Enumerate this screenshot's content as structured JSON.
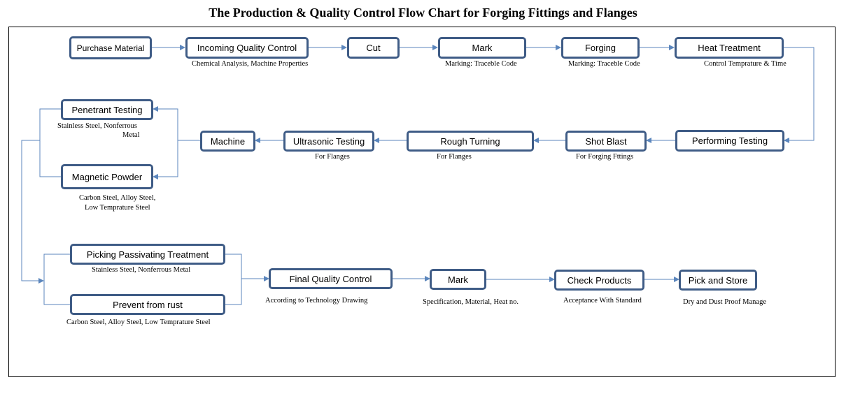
{
  "title": "The Production & Quality Control Flow Chart for Forging Fittings and Flanges",
  "colors": {
    "box_border": "#3f5c86",
    "connector": "#5b86bd"
  },
  "steps": {
    "purchase_material": "Purchase Material",
    "incoming_qc": "Incoming Quality Control",
    "cut": "Cut",
    "mark1": "Mark",
    "forging": "Forging",
    "heat_treatment": "Heat Treatment",
    "performing_testing": "Performing Testing",
    "shot_blast": "Shot Blast",
    "rough_turning": "Rough Turning",
    "ultrasonic_testing": "Ultrasonic Testing",
    "machine": "Machine",
    "penetrant_testing": "Penetrant Testing",
    "magnetic_powder": "Magnetic  Powder",
    "picking_passivating": "Picking  Passivating  Treatment",
    "prevent_rust": "Prevent from rust",
    "final_qc": "Final Quality Control",
    "mark2": "Mark",
    "check_products": "Check Products",
    "pick_store": "Pick and Store"
  },
  "notes": {
    "incoming_qc": "Chemical Analysis, Machine Properties",
    "mark1": "Marking: Traceble Code",
    "forging": "Marking: Traceble Code",
    "heat_treatment": "Control Temprature & Time",
    "shot_blast": "For Forging Fttings",
    "rough_turning": "For Flanges",
    "ultrasonic_testing": "For Flanges",
    "penetrant_line1": "Stainless Steel, Nonferrous",
    "penetrant_line2": "Metal",
    "magnetic_line1": "Carbon Steel, Alloy Steel,",
    "magnetic_line2": "Low Temprature Steel",
    "picking_passivating": "Stainless Steel, Nonferrous Metal",
    "prevent_rust": "Carbon Steel, Alloy Steel, Low Temprature Steel",
    "final_qc": "According to Technology Drawing",
    "mark2": "Specification, Material, Heat no.",
    "check_products": "Acceptance With Standard",
    "pick_store": "Dry and Dust Proof Manage"
  }
}
